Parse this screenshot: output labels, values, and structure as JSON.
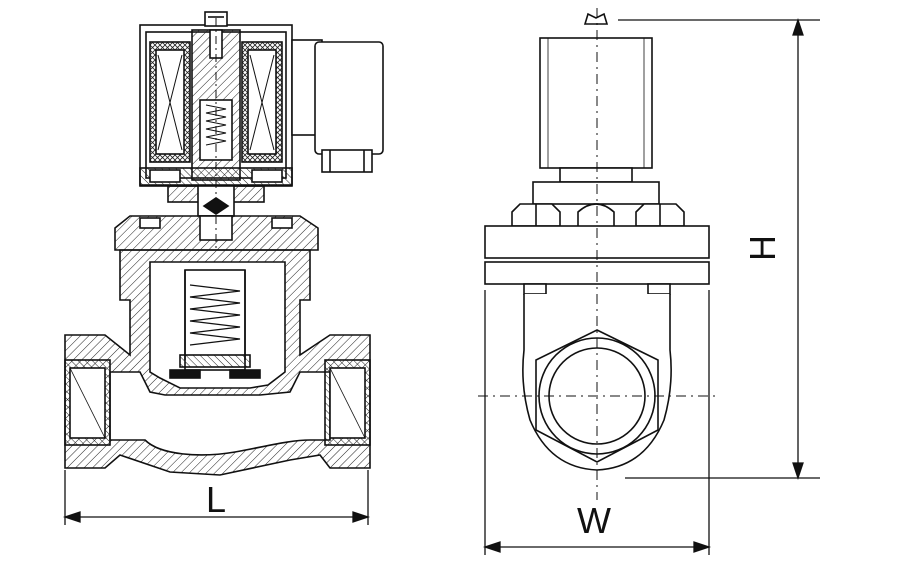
{
  "drawing": {
    "title": "",
    "views": [
      "section-view",
      "side-view"
    ],
    "dimensions": {
      "length_label": "L",
      "width_label": "W",
      "height_label": "H"
    },
    "colors": {
      "line": "#111111",
      "background": "#ffffff",
      "hatch": "#222222"
    }
  }
}
